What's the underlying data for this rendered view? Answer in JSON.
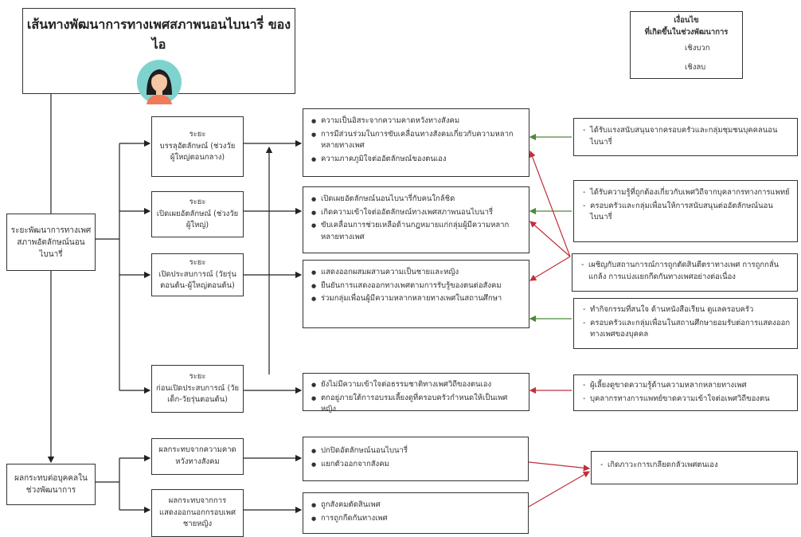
{
  "title": "เส้นทางพัฒนาการทางเพศสภาพนอนไบนารี่ ของ ไอ",
  "legend": {
    "heading1": "เงื่อนไข",
    "heading2": "ที่เกิดขึ้นในช่วงพัฒนาการ",
    "positive": "เชิงบวก",
    "negative": "เชิงลบ",
    "positive_color": "#4a8a3a",
    "negative_color": "#c0303a"
  },
  "left": {
    "stage_root": "ระยะพัฒนาการทางเพศสภาพอัตลักษณ์นอนไบนารี่",
    "impact_root": "ผลกระทบต่อบุคคลในช่วงพัฒนาการ"
  },
  "stages": [
    {
      "title": "ระยะ",
      "label": "บรรลุอัตลักษณ์ (ช่วงวัยผู้ใหญ่ตอนกลาง)"
    },
    {
      "title": "ระยะ",
      "label": "เปิดเผยอัตลักษณ์ (ช่วงวัยผู้ใหญ่)"
    },
    {
      "title": "ระยะ",
      "label": "เปิดประสบการณ์ (วัยรุ่นตอนต้น-ผู้ใหญ่ตอนต้น)"
    },
    {
      "title": "ระยะ",
      "label": "ก่อนเปิดประสบการณ์ (วัยเด็ก-วัยรุ่นตอนต้น)"
    }
  ],
  "stage_details": [
    [
      "ความเป็นอิสระจากความคาดหวังทางสังคม",
      "การมีส่วนร่วมในการขับเคลื่อนทางสังคมเกี่ยวกับความหลากหลายทางเพศ",
      "ความภาคภูมิใจต่ออัตลักษณ์ของตนเอง"
    ],
    [
      "เปิดเผยอัตลักษณ์นอนไบนารี่กับคนใกล้ชิด",
      "เกิดความเข้าใจต่ออัตลักษณ์ทางเพศสภาพนอนไบนารี่",
      "ขับเคลื่อนการช่วยเหลือด้านกฎหมายแก่กลุ่มผู้มีความหลากหลายทางเพศ"
    ],
    [
      "แสดงออกผสมผสานความเป็นชายและหญิง",
      "ยืนยันการแสดงออกทางเพศตามการรับรู้ของตนต่อสังคม",
      "ร่วมกลุ่มเพื่อนผู้มีความหลากหลายทางเพศในสถานศึกษา"
    ],
    [
      "ยังไม่มีความเข้าใจต่อธรรมชาติทางเพศวิถีของตนเอง",
      "ตกอยู่ภายใต้การอบรมเลี้ยงดูที่ครอบครัวกำหนดให้เป็นเพศหญิง"
    ]
  ],
  "conditions": [
    [
      "ได้รับแรงสนับสนุนจากครอบครัวและกลุ่มชุมชนบุคคลนอนไบนารี่"
    ],
    [
      "ได้รับความรู้ที่ถูกต้องเกี่ยวกับเพศวิถีจากบุคลากรทางการแพทย์",
      "ครอบครัวและกลุ่มเพื่อนให้การสนับสนุนต่ออัตลักษณ์นอนไบนารี่"
    ],
    [
      "เผชิญกับสถานการณ์การถูกตัดสินตีตราทางเพศ การถูกกลั่นแกล้ง การแบ่งแยกกีดกันทางเพศอย่างต่อเนื่อง"
    ],
    [
      "ทำกิจกรรมที่สนใจ ด้านหนังสือเรียน ดูแลครอบครัว",
      "ครอบครัวและกลุ่มเพื่อนในสถานศึกษายอมรับต่อการแสดงออกทางเพศของบุคคล"
    ],
    [
      "ผู้เลี้ยงดูขาดความรู้ด้านความหลากหลายทางเพศ",
      "บุคลากรทางการแพทย์ขาดความเข้าใจต่อเพศวิถีของตน"
    ]
  ],
  "impacts": [
    {
      "label": "ผลกระทบจากความคาดหวังทางสังคม",
      "items": [
        "ปกปิดอัตลักษณ์นอนไบนารี่",
        "แยกตัวออกจากสังคม"
      ]
    },
    {
      "label": "ผลกระทบจากการแสดงออกนอกกรอบเพศชายหญิง",
      "items": [
        "ถูกสังคมตัดสินเพศ",
        "การถูกกีดกันทางเพศ"
      ]
    }
  ],
  "impact_outcome": "เกิดภาวะการเกลียดกลัวเพศตนเอง"
}
